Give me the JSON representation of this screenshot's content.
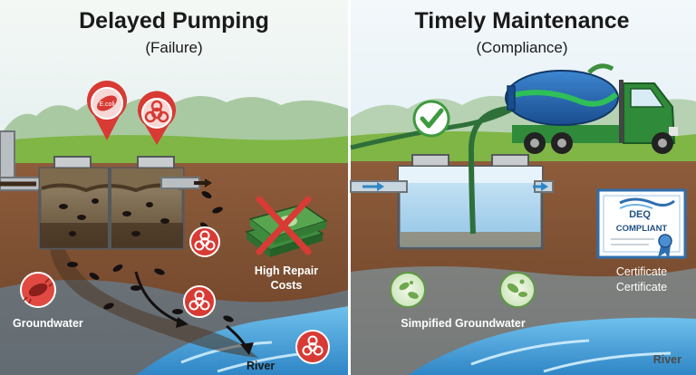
{
  "left_panel": {
    "title": "Delayed Pumping",
    "subtitle": "(Failure)",
    "ecoli_text": "E.coli",
    "high_repair_line1": "High Repair",
    "high_repair_line2": "Costs",
    "groundwater": "Groundwater",
    "river": "River"
  },
  "right_panel": {
    "title": "Timely Maintenance",
    "subtitle": "(Compliance)",
    "certificate_title": "DEQ",
    "certificate_status": "COMPLIANT",
    "certificate_label_1": "Certificate",
    "certificate_label_2": "Certificate",
    "groundwater": "Simpified Groundwater",
    "river": "River"
  },
  "colors": {
    "sky": "#dcebf2",
    "grass": "#7fb646",
    "soil": "#8a5a3a",
    "soil_dark": "#6e4329",
    "water": "#3f9bd6",
    "hazard_red": "#d83a34",
    "truck_blue": "#1f5fa8",
    "truck_green": "#2f8a3a",
    "check_green": "#3e9a3e",
    "divider": "#ffffff"
  },
  "icons": [
    "ecoli-pin-icon",
    "biohazard-pin-icon",
    "biohazard-icon",
    "bacteria-icon",
    "money-stack-icon",
    "red-x-icon",
    "check-icon",
    "vacuum-truck-icon",
    "certificate-icon",
    "ribbon-seal-icon",
    "microbe-icon",
    "flow-arrow-icon"
  ]
}
